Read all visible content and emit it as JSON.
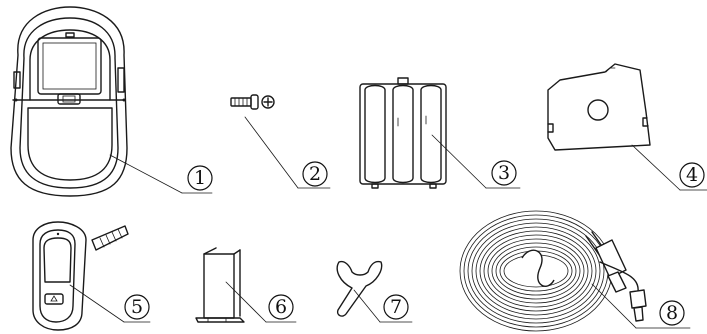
{
  "callouts": [
    {
      "id": 1,
      "text": "1",
      "part": "door-viewer-monitor"
    },
    {
      "id": 2,
      "text": "2",
      "part": "screw"
    },
    {
      "id": 3,
      "text": "3",
      "part": "battery-pack"
    },
    {
      "id": 4,
      "text": "4",
      "part": "mounting-plate"
    },
    {
      "id": 5,
      "text": "5",
      "part": "doorbell-camera"
    },
    {
      "id": 6,
      "text": "6",
      "part": "connecting-plate"
    },
    {
      "id": 7,
      "text": "7",
      "part": "wrench"
    },
    {
      "id": 8,
      "text": "8",
      "part": "usb-cable"
    }
  ],
  "colors": {
    "line": "#1a1a1a",
    "background": "#ffffff"
  }
}
